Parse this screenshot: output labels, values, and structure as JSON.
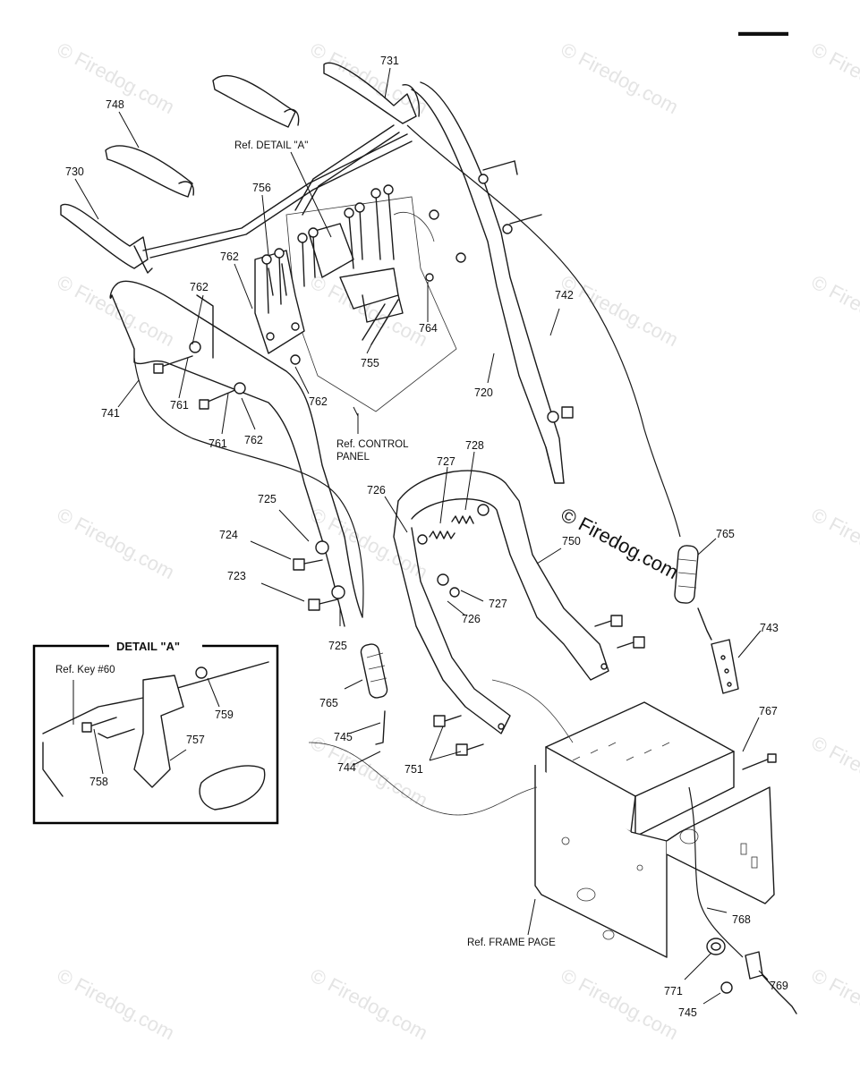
{
  "header_mark": "▬▬▬▬",
  "watermark": {
    "text": "© Firedog.com",
    "center_text": "© Firedog.com",
    "color": "#e4e4e4"
  },
  "refs": {
    "detail_a": "Ref. DETAIL \"A\"",
    "control_panel_line1": "Ref. CONTROL",
    "control_panel_line2": "PANEL",
    "frame_page": "Ref. FRAME PAGE"
  },
  "detail_box": {
    "title": "DETAIL \"A\"",
    "ref_key": "Ref. Key #60",
    "callouts": [
      "759",
      "757",
      "758"
    ]
  },
  "callouts": [
    "731",
    "748",
    "730",
    "756",
    "762",
    "762",
    "764",
    "755",
    "742",
    "720",
    "741",
    "761",
    "761",
    "762",
    "762",
    "728",
    "727",
    "726",
    "725",
    "724",
    "723",
    "750",
    "765",
    "727",
    "726",
    "725",
    "743",
    "765",
    "745",
    "744",
    "751",
    "767",
    "768",
    "771",
    "769",
    "745"
  ]
}
